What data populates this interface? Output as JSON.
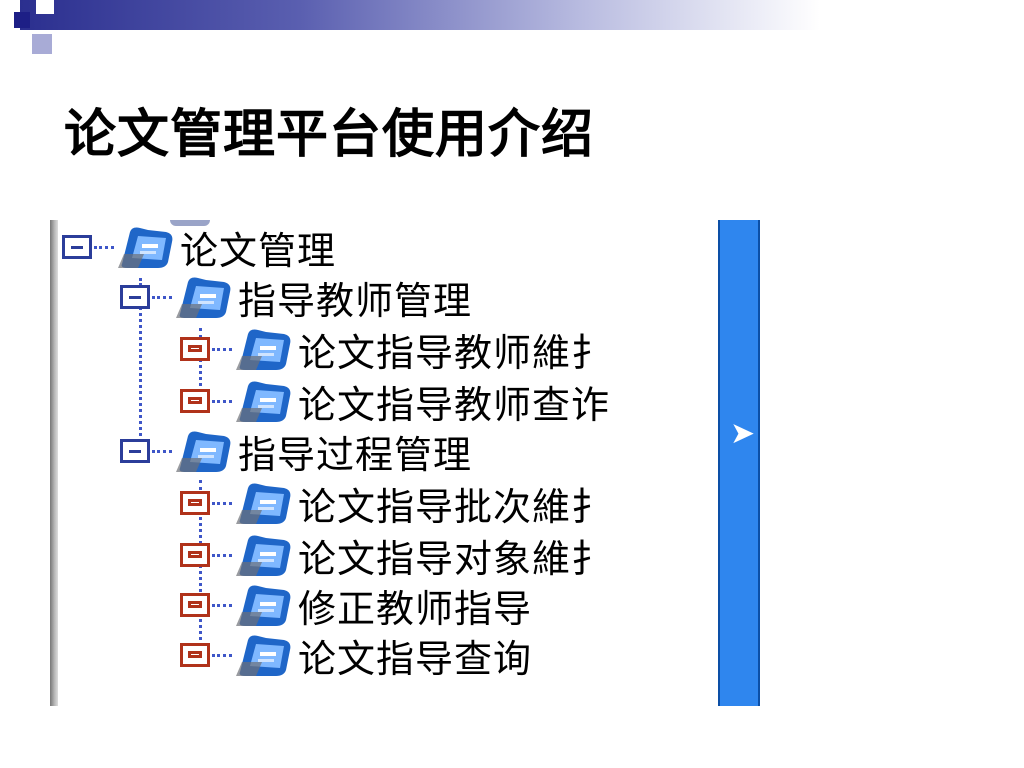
{
  "slide": {
    "title": "论文管理平台使用介绍"
  },
  "tree": {
    "items": [
      {
        "label": "论文管理",
        "level": 0,
        "expanded": true
      },
      {
        "label": "指导教师管理",
        "level": 1,
        "expanded": true
      },
      {
        "label": "论文指导教师維扌",
        "level": 2
      },
      {
        "label": "论文指导教师查诈",
        "level": 2
      },
      {
        "label": "指导过程管理",
        "level": 1,
        "expanded": true
      },
      {
        "label": "论文指导批次維扌",
        "level": 2
      },
      {
        "label": "论文指导对象維扌",
        "level": 2
      },
      {
        "label": "修正教师指导",
        "level": 2
      },
      {
        "label": "论文指导查询",
        "level": 2
      }
    ]
  },
  "sidebar_toggle": {
    "icon": "chevron-right-icon"
  },
  "colors": {
    "accent_blue": "#2f86ee",
    "tree_line": "#3e56c8",
    "leaf_box": "#b0321a",
    "branch_box": "#2b3d9a"
  }
}
